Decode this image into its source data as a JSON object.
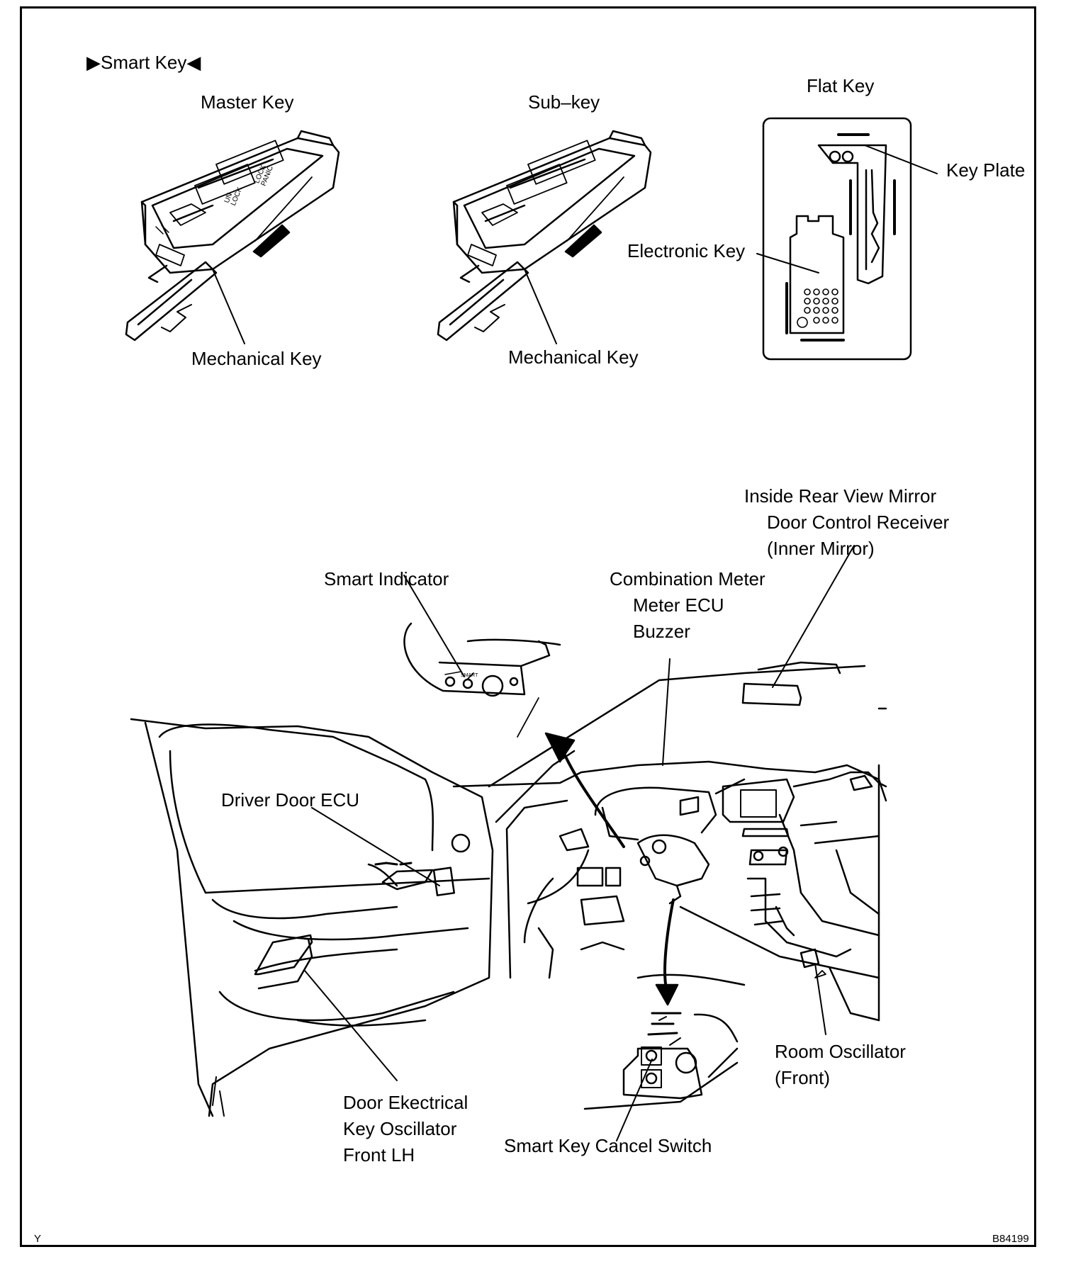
{
  "header": {
    "section_title": "Smart Key",
    "marker_left": "▶",
    "marker_right": "◀"
  },
  "keys": {
    "master_key_title": "Master Key",
    "sub_key_title": "Sub–key",
    "flat_key_title": "Flat Key",
    "master_mechanical_key": "Mechanical Key",
    "sub_mechanical_key": "Mechanical Key",
    "key_plate": "Key Plate",
    "electronic_key": "Electronic Key",
    "button_lock_panic": "LOCK PANIC",
    "button_unlock": "UN LOCK"
  },
  "vehicle": {
    "inside_mirror": [
      "Inside Rear View Mirror",
      "Door Control Receiver",
      "(Inner Mirror)"
    ],
    "smart_indicator": "Smart Indicator",
    "combination_meter": [
      "Combination Meter",
      "Meter ECU",
      "Buzzer"
    ],
    "driver_door_ecu": "Driver Door ECU",
    "door_oscillator": [
      "Door Ekectrical",
      "Key Oscillator",
      "Front LH"
    ],
    "cancel_switch": "Smart Key Cancel Switch",
    "room_oscillator": [
      "Room Oscillator",
      "(Front)"
    ],
    "indicator_tag": "SMART"
  },
  "footer": {
    "left_code": "Y",
    "right_code": "B84199"
  }
}
